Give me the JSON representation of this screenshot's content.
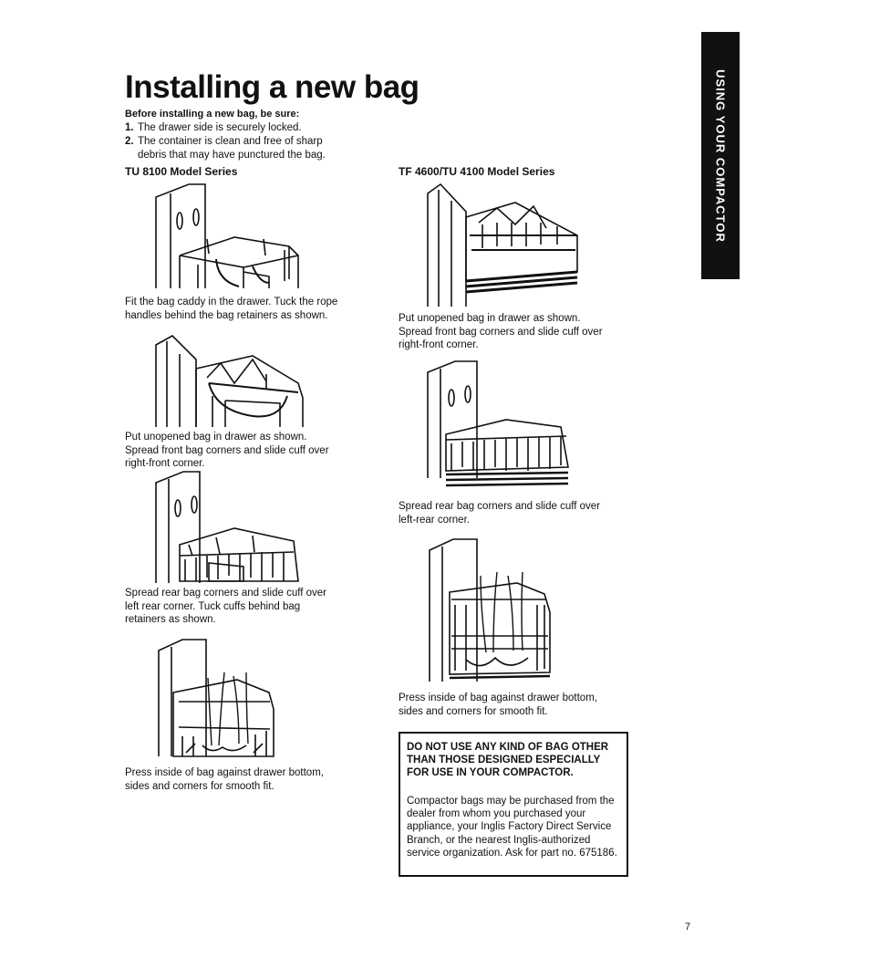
{
  "title": "Installing a new bag",
  "intro": {
    "lead": "Before installing a new bag, be sure:",
    "items": [
      {
        "num": "1.",
        "text": "The drawer side is securely locked."
      },
      {
        "num": "2.",
        "text": "The container is clean and free of sharp debris that may have punctured the bag."
      }
    ]
  },
  "side_tab": "USING YOUR COMPACTOR",
  "left_series": {
    "heading": "TU 8100 Model Series",
    "captions": [
      "Fit the bag caddy in the drawer. Tuck the rope handles behind the bag retainers as shown.",
      "Put unopened bag in drawer as shown. Spread front bag corners and slide cuff over right-front corner.",
      "Spread rear bag corners and slide cuff over left rear corner. Tuck cuffs behind bag retainers as shown.",
      "Press inside of bag against drawer bottom, sides and corners for smooth fit."
    ]
  },
  "right_series": {
    "heading": "TF 4600/TU 4100 Model Series",
    "captions": [
      "Put unopened bag in drawer as shown. Spread front bag corners and slide cuff over right-front corner.",
      "Spread rear bag corners and slide cuff over left-rear corner.",
      "Press inside of bag against drawer bottom, sides and corners for smooth fit."
    ]
  },
  "warning": {
    "heading": "DO NOT USE ANY KIND OF BAG OTHER THAN THOSE DESIGNED ESPECIALLY FOR USE IN YOUR COMPACTOR.",
    "body": "Compactor bags may be purchased from the dealer from whom you purchased your appliance, your Inglis Factory Direct Service Branch, or the nearest Inglis-authorized service organization. Ask for part no. 675186."
  },
  "page_number": "7"
}
